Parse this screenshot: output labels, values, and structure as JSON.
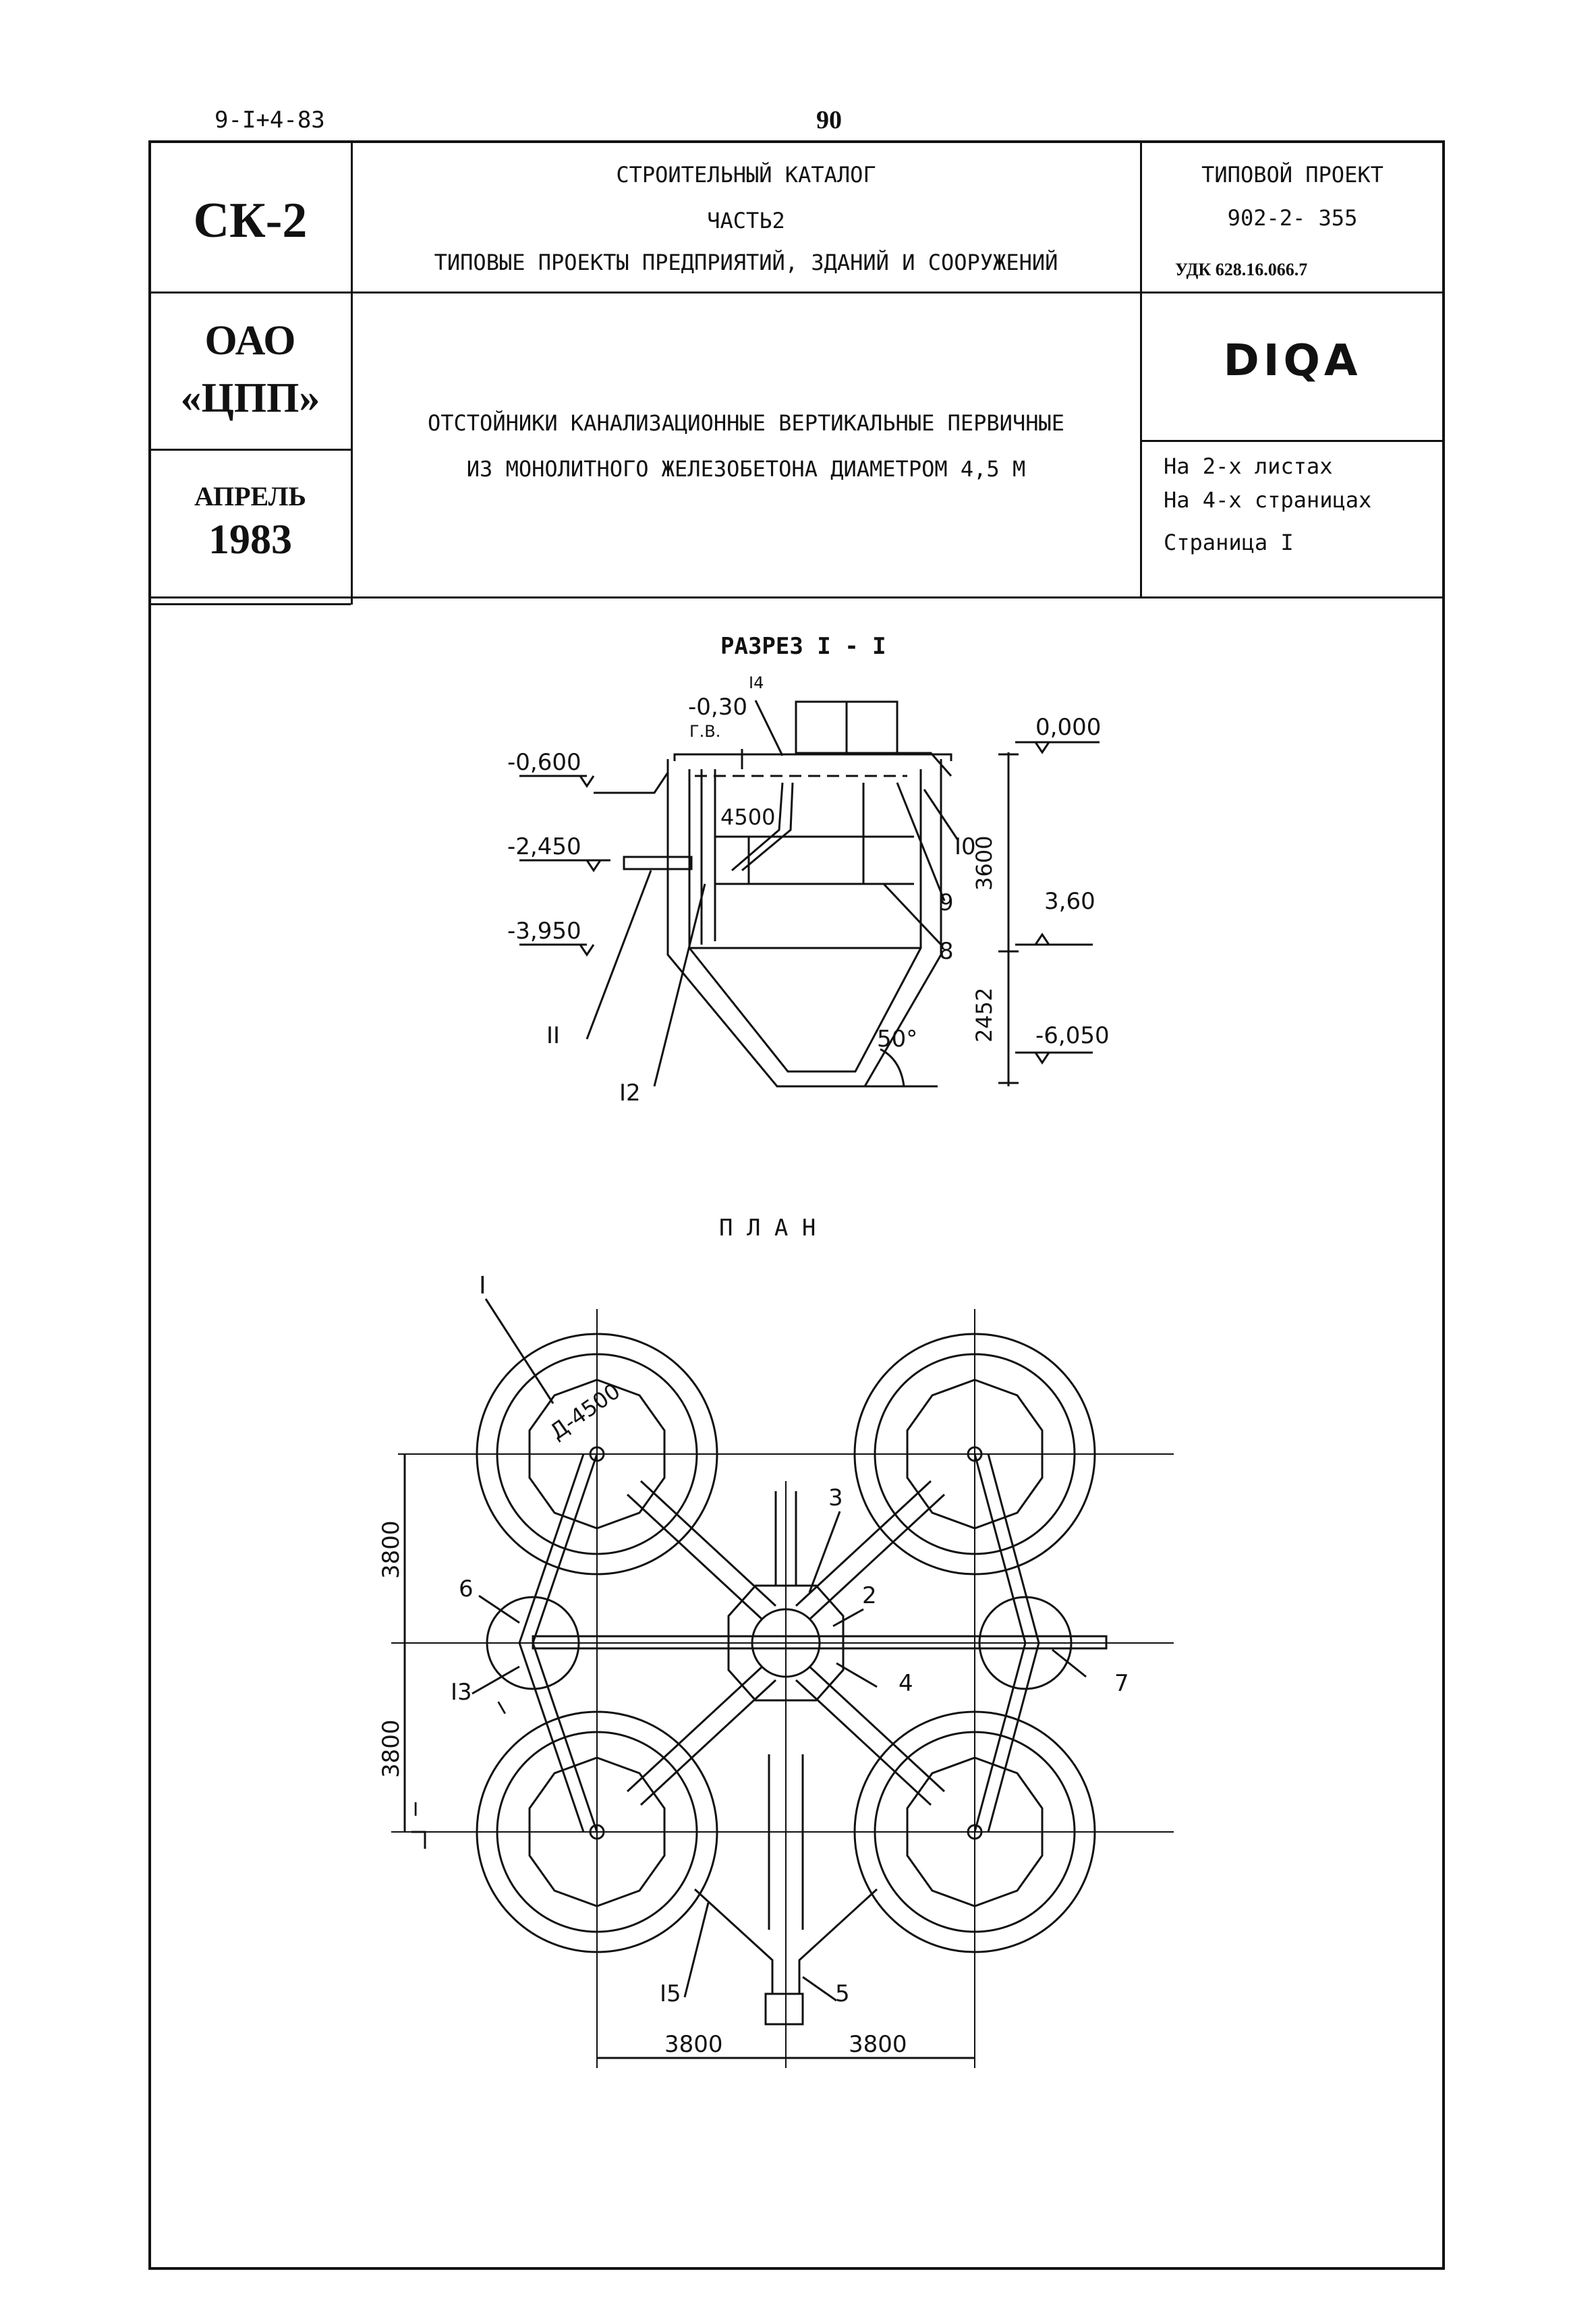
{
  "page_header": {
    "doc_code": "9-I+4-83",
    "page_number": "90"
  },
  "stamp": {
    "catalog_code": "СК-2",
    "organization_line1": "ОАО",
    "organization_line2": "«ЦПП»",
    "month": "АПРЕЛЬ",
    "year": "1983",
    "catalog_title_line1": "СТРОИТЕЛЬНЫЙ КАТАЛОГ",
    "catalog_title_line2": "ЧАСТЬ2",
    "catalog_title_line3": "ТИПОВЫЕ ПРОЕКТЫ ПРЕДПРИЯТИЙ, ЗДАНИЙ И СООРУЖЕНИЙ",
    "project_label": "ТИПОВОЙ ПРОЕКТ",
    "project_number": "902-2- 355",
    "udk": "УДК 628.16.066.7",
    "sheet_code": "DIQA",
    "title_line1": "ОТСТОЙНИКИ КАНАЛИЗАЦИОННЫЕ ВЕРТИКАЛЬНЫЕ ПЕРВИЧНЫЕ",
    "title_line2": "ИЗ МОНОЛИТНОГО ЖЕЛЕЗОБЕТОНА ДИАМЕТРОМ 4,5 М",
    "sheets_info": "На 2-х листах",
    "pages_info": "На 4-х страницах",
    "page_info": "Страница I"
  },
  "section_drawing": {
    "title": "РАЗРЕЗ I - I",
    "level_top": "0,000",
    "level_m030": "-0,30",
    "gv_label": "Г.В.",
    "level_m0600": "-0,600",
    "level_m2450": "-2,450",
    "level_m3950": "-3,950",
    "level_m6050": "-6,050",
    "dim_3600": "3600",
    "dim_360": "3,60",
    "dim_2452": "2452",
    "dim_4500": "4500",
    "angle": "50°",
    "mark_8": "8",
    "mark_9": "9",
    "mark_10": "I0",
    "mark_11": "II",
    "mark_12": "I2",
    "mark_14": "I4"
  },
  "plan_drawing": {
    "title": "П Л А Н",
    "diameter_label": "Д-4500",
    "dim_3800_a": "3800",
    "dim_3800_b": "3800",
    "dim_3800_c": "3800",
    "dim_3800_d": "3800",
    "mark_1": "I",
    "mark_2": "2",
    "mark_3": "3",
    "mark_4": "4",
    "mark_5": "5",
    "mark_6": "6",
    "mark_7": "7",
    "mark_13": "I3",
    "mark_15": "I5",
    "section_mark_a": "I",
    "section_mark_b": "I"
  }
}
